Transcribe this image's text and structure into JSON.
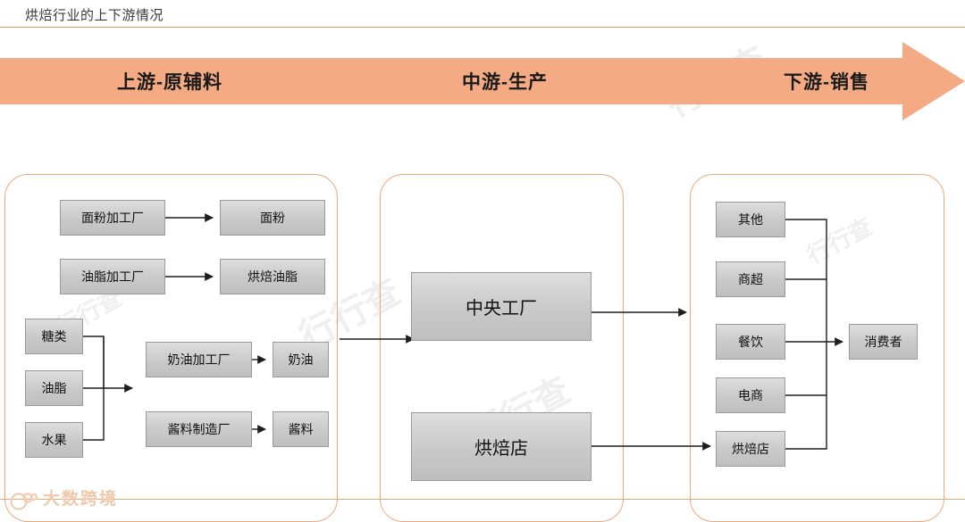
{
  "header": {
    "title": "烘焙行业的上下游情况"
  },
  "banner": {
    "color": "#f4ab84",
    "segments": [
      {
        "label": "上游-原辅料"
      },
      {
        "label": "中游-生产"
      },
      {
        "label": "下游-销售"
      }
    ]
  },
  "stages": {
    "upstream": {
      "nodes": {
        "flour_plant": "面粉加工厂",
        "flour": "面粉",
        "oil_plant": "油脂加工厂",
        "bake_oil": "烘焙油脂",
        "sugar": "糖类",
        "fat": "油脂",
        "fruit": "水果",
        "cream_plant": "奶油加工厂",
        "cream": "奶油",
        "sauce_plant": "酱料制造厂",
        "sauce": "酱料"
      }
    },
    "midstream": {
      "nodes": {
        "central_factory": "中央工厂",
        "bakery_shop": "烘焙店"
      }
    },
    "downstream": {
      "nodes": {
        "other": "其他",
        "market": "商超",
        "catering": "餐饮",
        "ecommerce": "电商",
        "bakery_shop": "烘焙店",
        "consumer": "消费者"
      }
    }
  },
  "watermarks": {
    "text": "行行查",
    "brand": "大数跨境"
  },
  "colors": {
    "banner": "#f4ab84",
    "container_border": "#eda97a",
    "node_fill": "#c9c9c9",
    "node_border": "#9a9a9a",
    "connector": "#1d1d1d",
    "rule": "#d9a066"
  }
}
